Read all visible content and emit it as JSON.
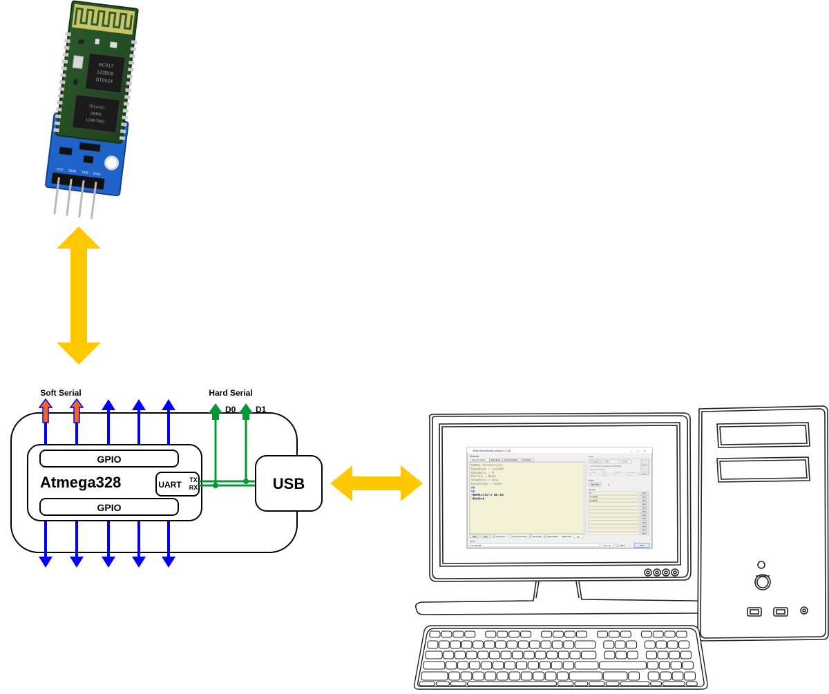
{
  "bt_module": {
    "chip_text": [
      "BC417",
      "143B08",
      "BT0524"
    ],
    "flash_text": [
      "7014161",
      "28481",
      "L34FTMC"
    ],
    "pin_labels": [
      "VCC",
      "GND",
      "TXD",
      "RXD"
    ]
  },
  "labels": {
    "soft_serial": "Soft Serial",
    "hard_serial": "Hard Serial",
    "d0": "D0",
    "d1": "D1",
    "gpio_top": "GPIO",
    "gpio_bottom": "GPIO",
    "mcu": "Atmega328",
    "uart": "UART",
    "tx": "TX",
    "rx": "RX",
    "usb": "USB"
  },
  "serial_monitor": {
    "title": "Tera's Serial Monitor (version 1.0.24)",
    "received_label": "Received",
    "tabs": [
      "Data (Formatted)",
      "Data (Raw)",
      "Port (Formatted)",
      "Port Data"
    ],
    "console_lines": [
      {
        "text": "COM11 Connection:",
        "style": "gray"
      },
      {
        "text": "BaudRate      = 115200",
        "style": "gray"
      },
      {
        "text": "DataBits      = 8",
        "style": "gray"
      },
      {
        "text": "Parity        = None",
        "style": "gray"
      },
      {
        "text": "StopBits      = One",
        "style": "gray"
      },
      {
        "text": "Handshake     = None",
        "style": "gray"
      },
      {
        "text": "OK",
        "style": "blue"
      },
      {
        "text": "OK",
        "style": "blue"
      },
      {
        "text": "+NAME=Tim's BC-04",
        "style": "navy"
      },
      {
        "text": "+BAUD=8",
        "style": "navy"
      }
    ],
    "bottom_buttons": [
      "Start",
      "Stop"
    ],
    "checkboxes": [
      "Auto Scroll",
      "Show Time Stamp",
      "Word Wrap",
      "Show Hidden"
    ],
    "max_lines_label": "Max Lines",
    "max_lines_value": "1K",
    "send_label": "Send",
    "send_value": "AT+BAUD8",
    "send_line_ending": "CR + LF",
    "echo_label": "Echo",
    "send_button": "Send",
    "conn_label": "Conn",
    "connect_button": "Connect",
    "port_value": "COM11",
    "baud_value": "115200",
    "refresh_button": "Refresh",
    "status_text": "Port COM11 Connected @ 115200/8N1",
    "advanced_label": "Advanced Settings",
    "advanced_fields": [
      "Data Bits",
      "Parity",
      "Stop Bits",
      "Hand Shake"
    ],
    "advanced_values": [
      "8",
      "None",
      "1",
      "None"
    ],
    "apply_button": "Apply",
    "buffer_label": "Buffer",
    "clear_button": "Clear Buffer",
    "buffer_value": "0",
    "presets_label": "Presets",
    "presets": [
      "AT",
      "AT+NAME",
      "AT+BAUD",
      "",
      "",
      "",
      "",
      "",
      "",
      "",
      "",
      ""
    ],
    "preset_button": "Send"
  },
  "colors": {
    "accent_yellow": "#FFC800",
    "gpio_blue": "#0000FF",
    "soft_serial_orange": "#F26522",
    "hard_serial_green": "#009933"
  }
}
